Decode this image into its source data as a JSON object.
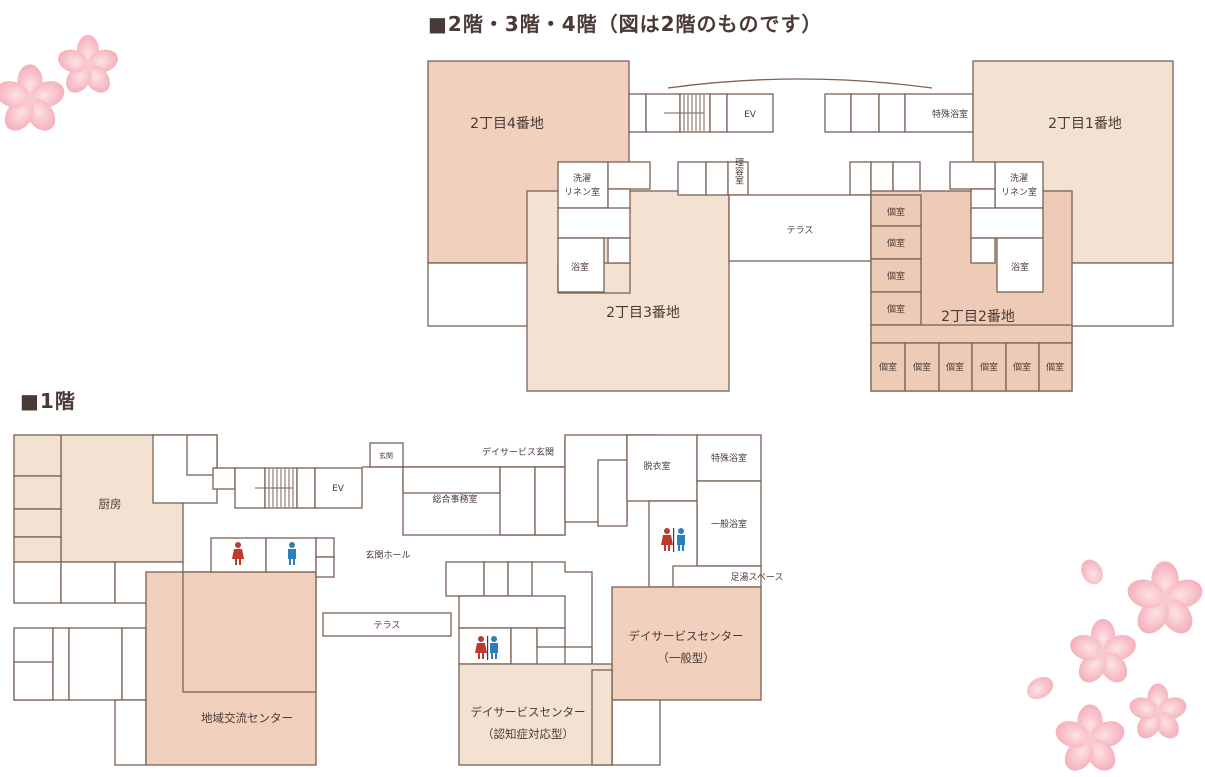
{
  "headings": {
    "upper_floors": "■2階・3階・4階（図は2階のものです）",
    "first_floor": "■1階"
  },
  "upper": {
    "block_4": "2丁目4番地",
    "block_1": "2丁目1番地",
    "block_3": "2丁目3番地",
    "block_2": "2丁目2番地",
    "ev": "EV",
    "special_bath": "特殊浴室",
    "laundry_line1": "洗濯",
    "laundry_line2": "リネン室",
    "bath": "浴室",
    "barber": "理容室",
    "terrace": "テラス",
    "private_room": "個室"
  },
  "first": {
    "kitchen": "厨房",
    "ev": "EV",
    "entrance_small": "玄関",
    "day_service_entrance": "デイサービス玄関",
    "general_office": "総合事務室",
    "entrance_hall": "玄関ホール",
    "terrace": "テラス",
    "dressing_room": "脱衣室",
    "special_bath": "特殊浴室",
    "general_bath": "一般浴室",
    "footbath_space": "足湯スペース",
    "day_general_line1": "デイサービスセンター",
    "day_general_line2": "（一般型）",
    "day_dementia_line1": "デイサービスセンター",
    "day_dementia_line2": "（認知症対応型）",
    "community_center": "地域交流センター"
  },
  "colors": {
    "wall": "#7a6255",
    "salmon": "#f1d0bd",
    "beige": "#f3e2d1",
    "toilet_female": "#c0392b",
    "toilet_male": "#2a7fc1",
    "blossom": "#f6b7c1"
  },
  "icons": [
    "stairs-icon",
    "toilet-female-icon",
    "toilet-male-icon",
    "cherry-blossom-icon"
  ]
}
